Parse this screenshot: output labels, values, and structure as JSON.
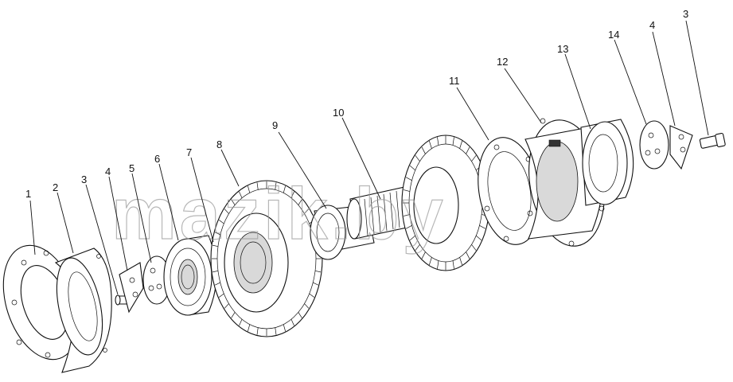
{
  "watermark": {
    "text": "mazik.by"
  },
  "callouts": [
    {
      "id": "c1",
      "label": "1"
    },
    {
      "id": "c2",
      "label": "2"
    },
    {
      "id": "c3a",
      "label": "3"
    },
    {
      "id": "c4a",
      "label": "4"
    },
    {
      "id": "c5",
      "label": "5"
    },
    {
      "id": "c6",
      "label": "6"
    },
    {
      "id": "c7",
      "label": "7"
    },
    {
      "id": "c8",
      "label": "8"
    },
    {
      "id": "c9",
      "label": "9"
    },
    {
      "id": "c10",
      "label": "10"
    },
    {
      "id": "c11",
      "label": "11"
    },
    {
      "id": "c12",
      "label": "12"
    },
    {
      "id": "c13",
      "label": "13"
    },
    {
      "id": "c14",
      "label": "14"
    },
    {
      "id": "c4b",
      "label": "4"
    },
    {
      "id": "c3b",
      "label": "3"
    }
  ]
}
